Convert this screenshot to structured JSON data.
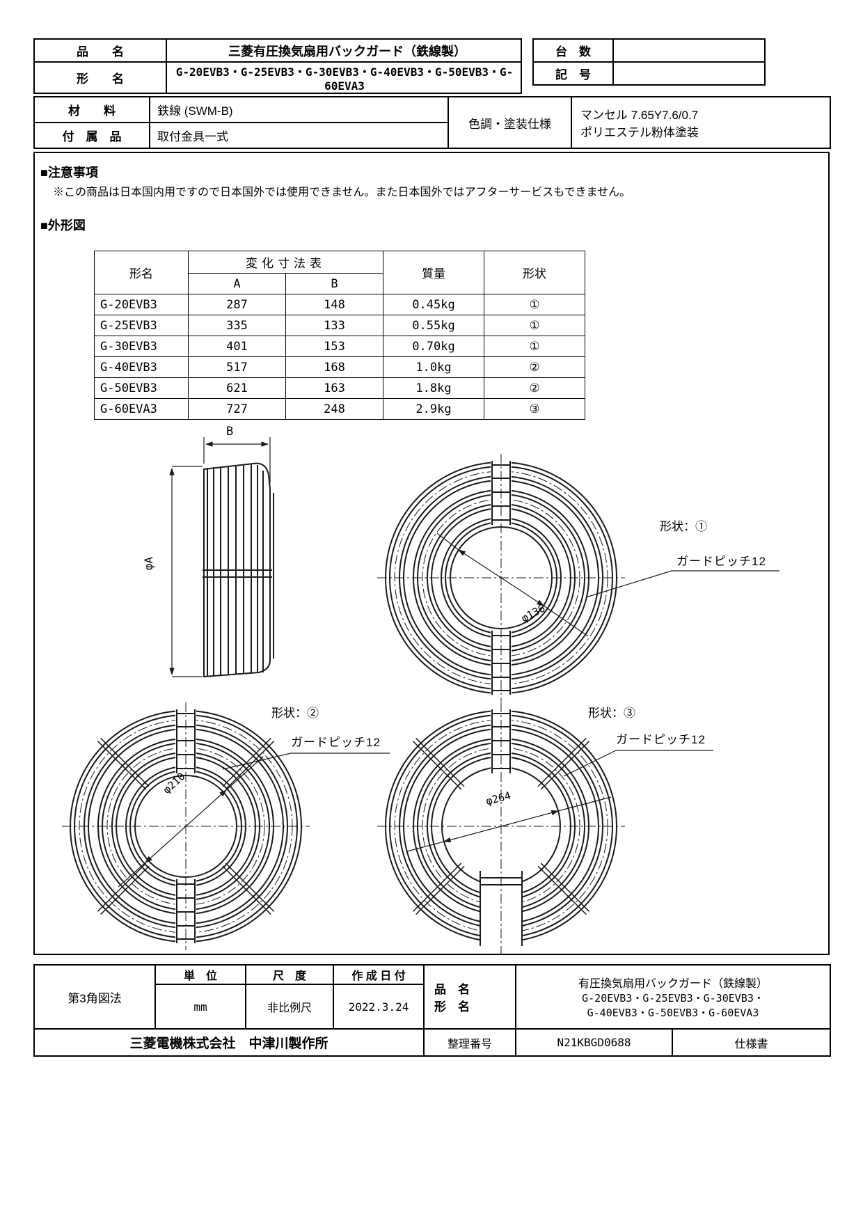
{
  "header": {
    "product_label": "品　　名",
    "product_name": "三菱有圧換気扇用バックガード（鉄線製）",
    "model_label": "形　　名",
    "model_names": "G-20EVB3・G-25EVB3・G-30EVB3・G-40EVB3・G-50EVB3・G-60EVA3",
    "qty_label": "台　数",
    "qty_value": "",
    "symbol_label": "記　号",
    "symbol_value": ""
  },
  "spec": {
    "material_label": "材　　料",
    "material_value": "鉄線 (SWM-B)",
    "accessory_label": "付　属　品",
    "accessory_value": "取付金具一式",
    "paint_label": "色調・塗装仕様",
    "paint_line1": "マンセル 7.65Y7.6/0.7",
    "paint_line2": "ポリエステル粉体塗装"
  },
  "notes": {
    "heading": "■注意事項",
    "body": "※この商品は日本国内用ですので日本国外では使用できません。また日本国外ではアフターサービスもできません。"
  },
  "outline_heading": "■外形図",
  "dim_table": {
    "col_model": "形名",
    "col_dims": "変化寸法表",
    "col_a": "A",
    "col_b": "B",
    "col_mass": "質量",
    "col_shape": "形状",
    "rows": [
      {
        "model": "G-20EVB3",
        "a": "287",
        "b": "148",
        "mass": "0.45kg",
        "shape": "①"
      },
      {
        "model": "G-25EVB3",
        "a": "335",
        "b": "133",
        "mass": "0.55kg",
        "shape": "①"
      },
      {
        "model": "G-30EVB3",
        "a": "401",
        "b": "153",
        "mass": "0.70kg",
        "shape": "①"
      },
      {
        "model": "G-40EVB3",
        "a": "517",
        "b": "168",
        "mass": "1.0kg",
        "shape": "②"
      },
      {
        "model": "G-50EVB3",
        "a": "621",
        "b": "163",
        "mass": "1.8kg",
        "shape": "②"
      },
      {
        "model": "G-60EVA3",
        "a": "727",
        "b": "248",
        "mass": "2.9kg",
        "shape": "③"
      }
    ]
  },
  "drawings": {
    "dim_b": "B",
    "dim_a": "φA",
    "shape1": {
      "label": "形状：①",
      "pitch": "ガードピッチ12",
      "dia": "φ136"
    },
    "shape2": {
      "label": "形状：②",
      "pitch": "ガードピッチ12",
      "dia": "φ210"
    },
    "shape3": {
      "label": "形状：③",
      "pitch": "ガードピッチ12",
      "dia": "φ264"
    }
  },
  "footer": {
    "projection": "第3角図法",
    "unit_label": "単　位",
    "unit_value": "mm",
    "scale_label": "尺　度",
    "scale_value": "非比例尺",
    "date_label": "作 成 日 付",
    "date_value": "2022.3.24",
    "name_label_1": "品　名",
    "name_label_2": "形　名",
    "product_line1": "有圧換気扇用バックガード（鉄線製）",
    "product_line2": "G-20EVB3・G-25EVB3・G-30EVB3・",
    "product_line3": "G-40EVB3・G-50EVB3・G-60EVA3",
    "company": "三菱電機株式会社　中津川製作所",
    "ref_label": "整理番号",
    "ref_value": "N21KBGD0688",
    "doc_type": "仕様書"
  }
}
